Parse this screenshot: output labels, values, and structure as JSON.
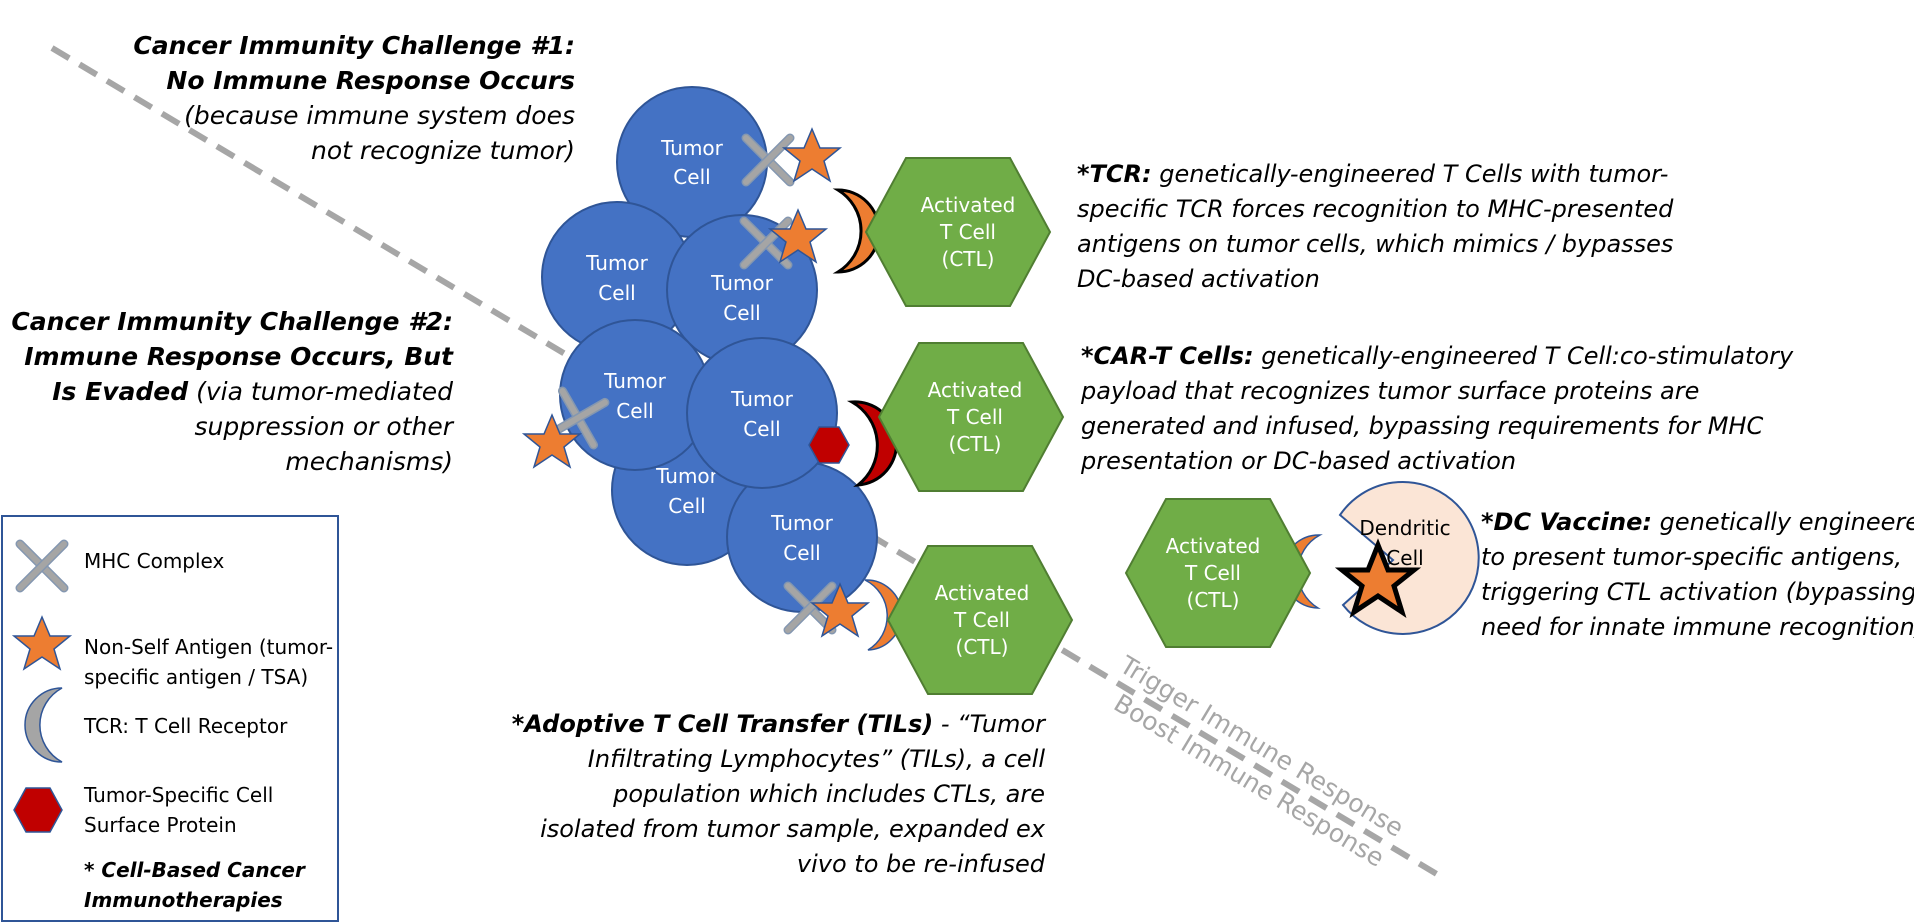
{
  "challenges": {
    "one": {
      "title1": "Cancer Immunity Challenge #1:",
      "title2": "No Immune Response Occurs",
      "sub1": "(because immune system does",
      "sub2": "not recognize tumor)"
    },
    "two": {
      "title1": "Cancer Immunity Challenge #2:",
      "title2": "Immune Response Occurs, But",
      "title3": "Is Evaded",
      "sub1": " (via tumor-mediated",
      "sub2": "suppression or other",
      "sub3": "mechanisms)"
    }
  },
  "cells": {
    "tumor_line1": "Tumor",
    "tumor_line2": "Cell",
    "tcell_line1": "Activated",
    "tcell_line2": "T Cell",
    "tcell_line3": "(CTL)",
    "dendritic_line1": "Dendritic",
    "dendritic_line2": "Cell"
  },
  "therapies": {
    "tcr": {
      "bold": "*TCR:",
      "line1": "  genetically-engineered T Cells with tumor-",
      "line2": "specific TCR forces recognition to MHC-presented",
      "line3": "antigens on tumor cells, which mimics / bypasses",
      "line4": "DC-based activation"
    },
    "cart": {
      "bold": "*CAR-T Cells:",
      "line1": " genetically-engineered T Cell:co-stimulatory",
      "line2": "payload that recognizes tumor surface proteins are",
      "line3": "generated and infused, bypassing requirements for MHC",
      "line4": "presentation or DC-based activation"
    },
    "dc": {
      "bold": "*DC Vaccine:",
      "line1": " genetically engineered",
      "line2": "to present tumor-specific antigens,",
      "line3": "triggering CTL activation (bypassing",
      "line4": "need for innate immune recognition)"
    },
    "til": {
      "bold": "*Adoptive T Cell Transfer (TILs)",
      "line1": " - “Tumor",
      "line2": "Infiltrating Lymphocytes” (TILs), a cell",
      "line3": "population which includes CTLs, are",
      "line4": "isolated from tumor sample, expanded ex",
      "line5": "vivo to be re-infused"
    }
  },
  "arrow_labels": {
    "trigger": "Trigger Immune Response",
    "boost": "Boost Immune Response"
  },
  "legend": {
    "mhc": "MHC Complex",
    "antigen1": "Non-Self Antigen (tumor-",
    "antigen2": "specific antigen / TSA)",
    "tcr": "TCR: T Cell Receptor",
    "protein1": "Tumor-Specific Cell",
    "protein2": "Surface Protein",
    "note1": "* Cell-Based Cancer",
    "note2": "Immunotherapies"
  },
  "colors": {
    "tumor_fill": "#4472C4",
    "tumor_stroke": "#2F5597",
    "tcell_fill": "#70AD47",
    "tcell_stroke": "#507E32",
    "antigen_fill": "#ED7D31",
    "mhc_fill": "#A5A5A5",
    "protein_fill": "#C00000",
    "dendritic_fill": "#FBE5D6",
    "dashed_line": "#A6A6A6"
  }
}
